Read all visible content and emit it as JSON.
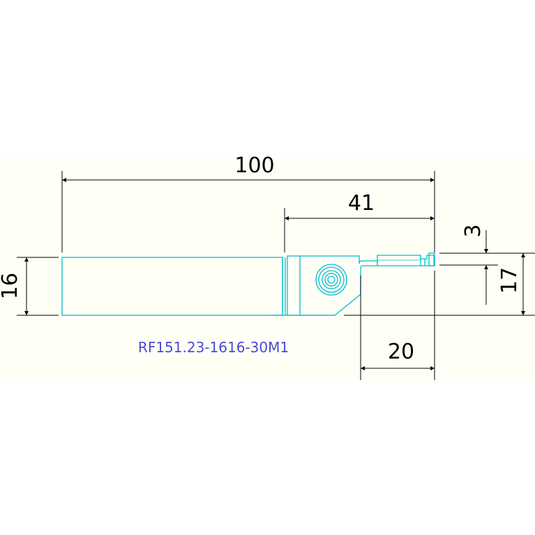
{
  "dimensions": {
    "overall_length": "100",
    "head_length": "41",
    "shank_height": "16",
    "cutting_width": "3",
    "tool_height": "17",
    "cutting_depth": "20"
  },
  "part_number": "RF151.23-1616-30M1",
  "colors": {
    "background": "#ffffff",
    "drawing_area": "#fffff5",
    "tool_outline": "#00bcd4",
    "dimension_lines": "#000000",
    "part_number_text": "#4a4ad8"
  }
}
